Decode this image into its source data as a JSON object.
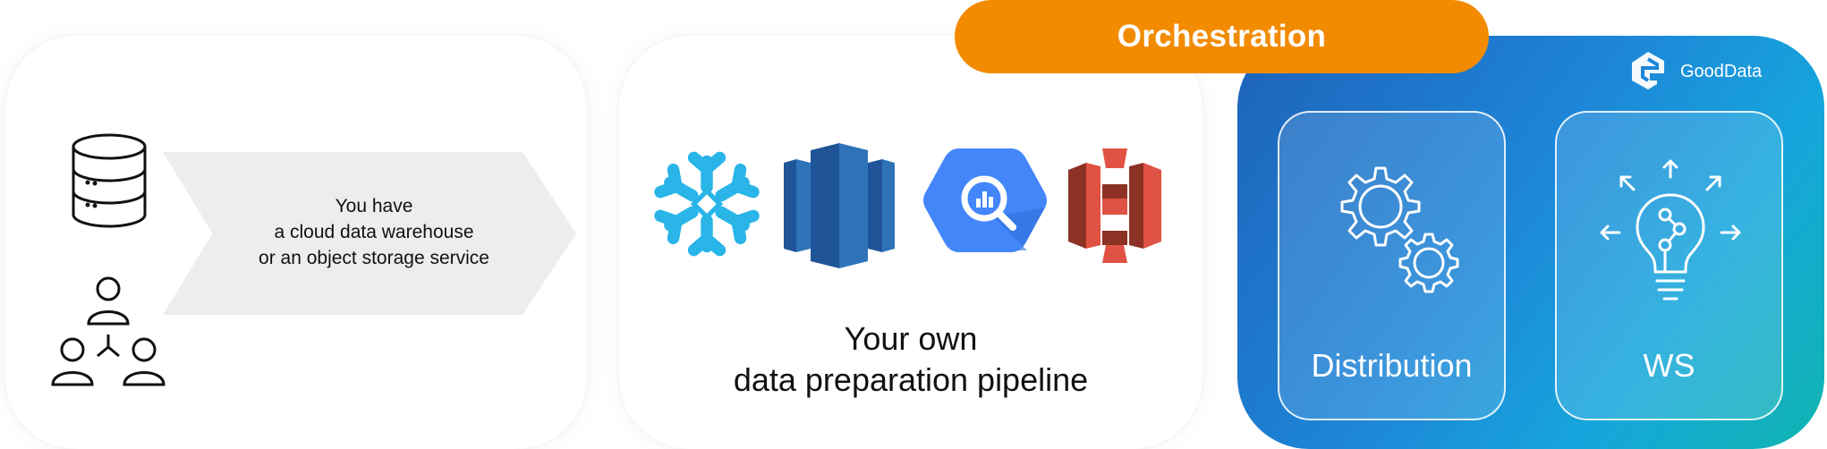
{
  "orchestration": {
    "label": "Orchestration"
  },
  "source": {
    "lines": [
      "You have",
      "a cloud data warehouse",
      "or an object storage service"
    ],
    "icons": [
      "database-icon",
      "team-icon"
    ]
  },
  "pipeline": {
    "lines": [
      "Your own",
      "data preparation pipeline"
    ],
    "logos": [
      "snowflake-logo",
      "amazon-redshift-logo",
      "google-bigquery-logo",
      "amazon-s3-logo"
    ],
    "colors": {
      "snowflake": "#29b5e8",
      "redshift": "#2e73b8",
      "bigquery": "#4386fa",
      "s3": "#e05243"
    }
  },
  "gooddata": {
    "brand": "GoodData",
    "cards": [
      {
        "label": "Distribution",
        "icon": "gears-icon"
      },
      {
        "label": "WS",
        "icon": "lightbulb-icon"
      }
    ]
  },
  "colors": {
    "orchestration": "#f28b00",
    "gradient_start": "#1e62ba",
    "gradient_end": "#10b5b0",
    "arrow_fill": "#ededed"
  }
}
